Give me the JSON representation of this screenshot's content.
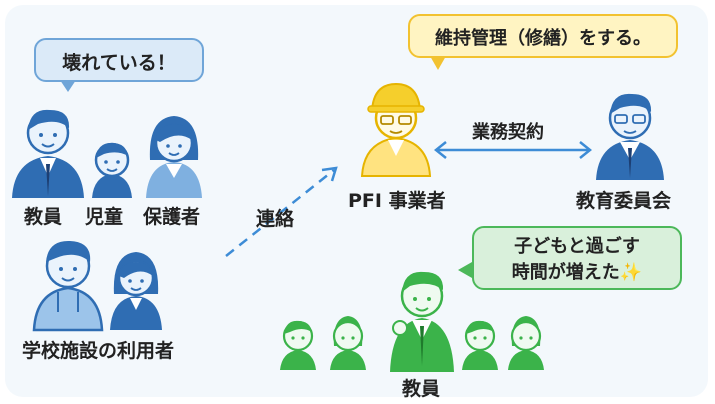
{
  "bubbles": {
    "broken": "壊れている！",
    "maintain": "維持管理（修繕）をする。",
    "more_time_line1": "子どもと過ごす",
    "more_time_line2": "時間が増えた✨"
  },
  "labels": {
    "teacher": "教員",
    "student": "児童",
    "guardian": "保護者",
    "facility_users": "学校施設の利用者",
    "contact": "連絡",
    "pfi": "PFI 事業者",
    "contract": "業務契約",
    "board": "教育委員会",
    "teacher_bottom": "教員"
  },
  "colors": {
    "blue": "#2f6db3",
    "blue_light": "#9cc4ea",
    "yellow": "#f5cf2c",
    "green": "#3bb34a",
    "arrow": "#3d8cd6"
  }
}
